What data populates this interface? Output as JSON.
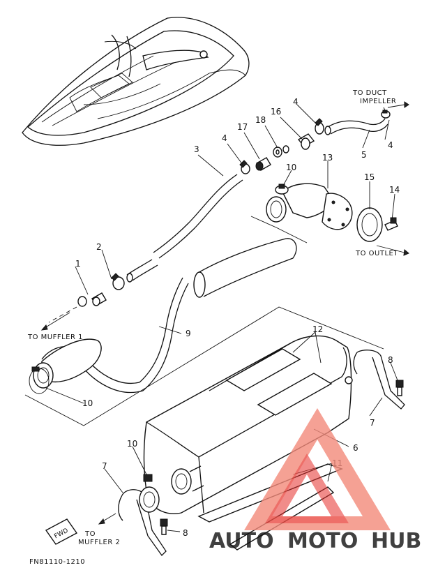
{
  "figure_code": "FN81110-1210",
  "fwd_badge": "FWD",
  "destinations": {
    "duct_impeller_line1": "TO DUCT",
    "duct_impeller_line2": "IMPELLER",
    "outlet": "TO OUTLET",
    "muffler1": "TO MUFFLER 1",
    "muffler2_line1": "TO",
    "muffler2_line2": "MUFFLER 2"
  },
  "callouts": [
    {
      "id": "c1",
      "label": "1"
    },
    {
      "id": "c2",
      "label": "2"
    },
    {
      "id": "c3",
      "label": "3"
    },
    {
      "id": "c4a",
      "label": "4"
    },
    {
      "id": "c4b",
      "label": "4"
    },
    {
      "id": "c4c",
      "label": "4"
    },
    {
      "id": "c5",
      "label": "5"
    },
    {
      "id": "c6",
      "label": "6"
    },
    {
      "id": "c7a",
      "label": "7"
    },
    {
      "id": "c7b",
      "label": "7"
    },
    {
      "id": "c8a",
      "label": "8"
    },
    {
      "id": "c8b",
      "label": "8"
    },
    {
      "id": "c9",
      "label": "9"
    },
    {
      "id": "c10a",
      "label": "10"
    },
    {
      "id": "c10b",
      "label": "10"
    },
    {
      "id": "c10c",
      "label": "10"
    },
    {
      "id": "c11",
      "label": "11"
    },
    {
      "id": "c12",
      "label": "12"
    },
    {
      "id": "c13",
      "label": "13"
    },
    {
      "id": "c14",
      "label": "14"
    },
    {
      "id": "c15",
      "label": "15"
    },
    {
      "id": "c16",
      "label": "16"
    },
    {
      "id": "c17",
      "label": "17"
    },
    {
      "id": "c18",
      "label": "18"
    }
  ],
  "watermark": {
    "part1": "AUTO",
    "part2": "MOTO",
    "part3": "HUB",
    "color_light": "#f6b48a",
    "color_red": "#e5322d",
    "color_gray": "#6d6d6d"
  }
}
